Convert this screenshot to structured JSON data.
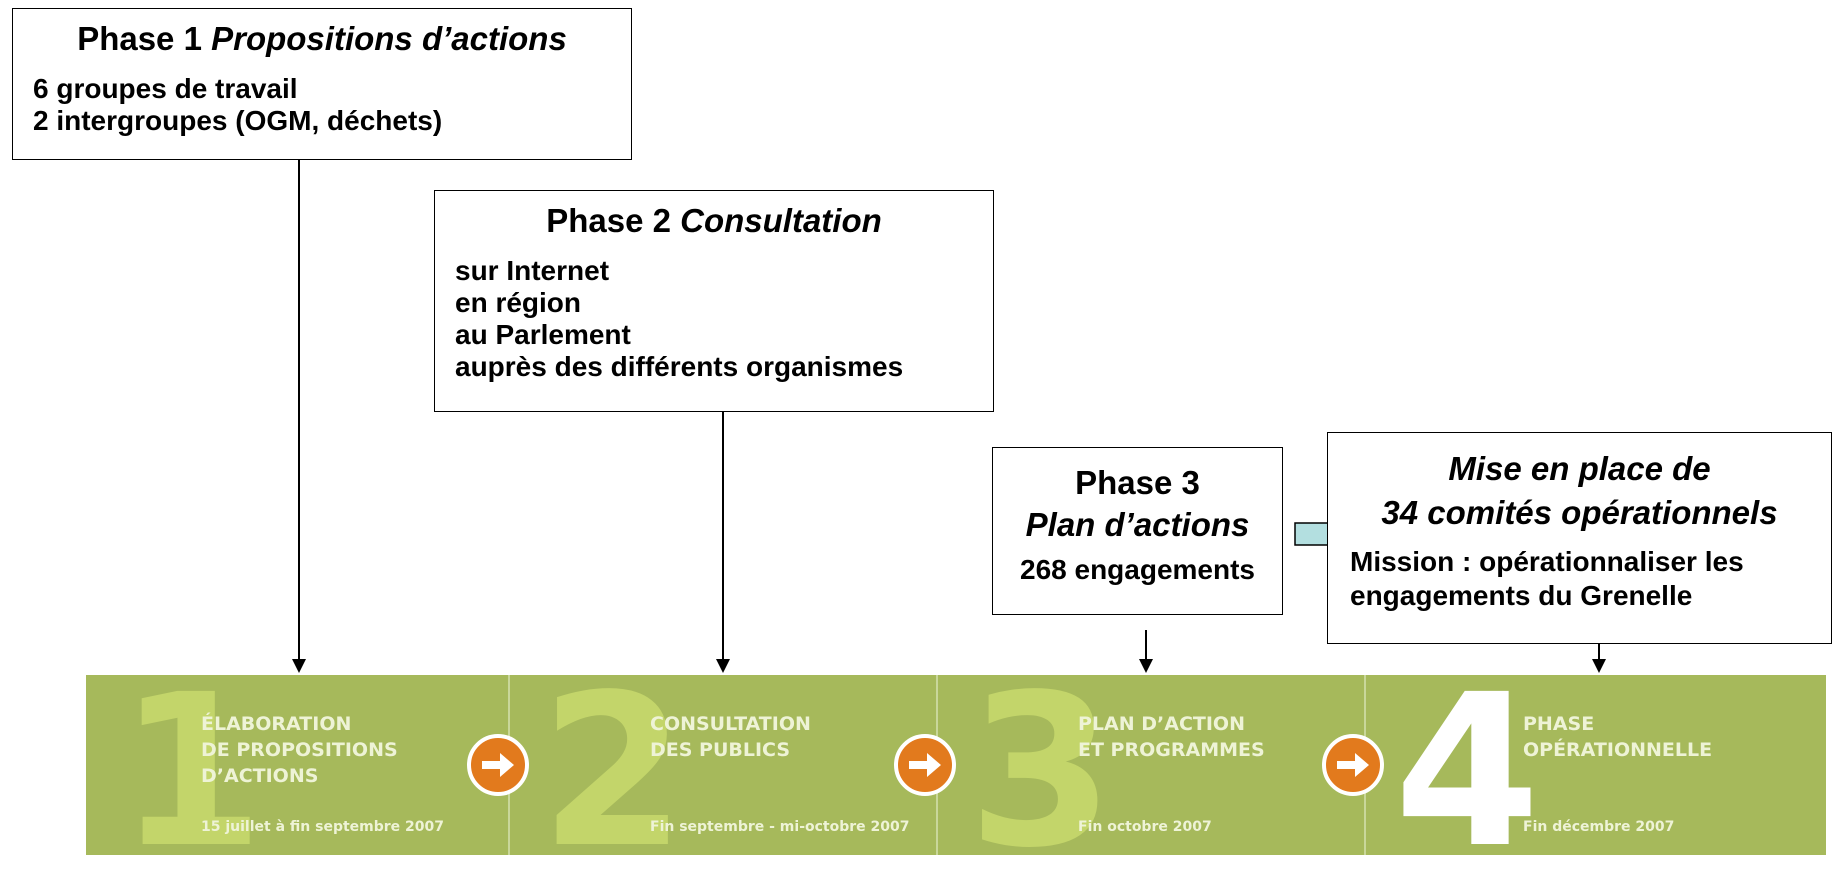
{
  "phase1": {
    "title_prefix": "Phase 1 ",
    "title_italic": "Propositions d’actions",
    "lines": [
      "6 groupes de travail",
      "2 intergroupes (OGM, déchets)"
    ]
  },
  "phase2": {
    "title_prefix": "Phase 2 ",
    "title_italic": "Consultation",
    "lines": [
      "sur Internet",
      "en région",
      "au Parlement",
      "auprès des différents organismes"
    ]
  },
  "phase3": {
    "title_line1": "Phase 3",
    "title_italic": "Plan d’actions",
    "detail": "268 engagements"
  },
  "phase4": {
    "title_italic_line1": "Mise en place de",
    "title_italic_line2": "34 comités opérationnels",
    "mission_line1": "Mission : opérationnaliser les",
    "mission_line2": "engagements du Grenelle"
  },
  "banner": {
    "stages": [
      {
        "number": "1",
        "title_lines": [
          "ÉLABORATION",
          "DE PROPOSITIONS",
          "D’ACTIONS"
        ],
        "date": "15 juillet à fin septembre 2007"
      },
      {
        "number": "2",
        "title_lines": [
          "CONSULTATION",
          "DES PUBLICS"
        ],
        "date": "Fin septembre - mi-octobre 2007"
      },
      {
        "number": "3",
        "title_lines": [
          "PLAN D’ACTION",
          "ET PROGRAMMES"
        ],
        "date": "Fin octobre 2007"
      },
      {
        "number": "4",
        "title_lines": [
          "PHASE",
          "OPÉRATIONNELLE"
        ],
        "date": "Fin décembre 2007"
      }
    ]
  },
  "colors": {
    "banner_green": "#a6b95b",
    "number_light_green": "#c3d56a",
    "arrow_orange": "#e27a1d",
    "connector_arrow_fill": "#b3dfe0"
  }
}
